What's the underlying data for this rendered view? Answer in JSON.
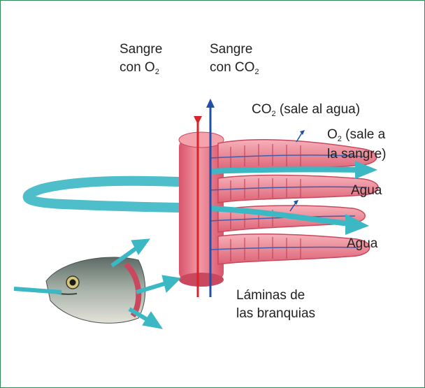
{
  "labels": {
    "sangre_con_o2": {
      "line1": "Sangre",
      "line2_prefix": "con O",
      "line2_sub": "2"
    },
    "sangre_con_co2": {
      "line1": "Sangre",
      "line2_prefix": "con CO",
      "line2_sub": "2"
    },
    "co2_sale": {
      "prefix": "CO",
      "sub": "2",
      "suffix": " (sale al agua)"
    },
    "o2_sale": {
      "prefix": "O",
      "sub": "2",
      "suffix": " (sale a",
      "line2": "la sangre)"
    },
    "agua_1": "Agua",
    "agua_2": "Agua",
    "laminas": {
      "line1": "Láminas de",
      "line2": "las branquias"
    }
  },
  "colors": {
    "frame": "#2e8b57",
    "gill_pink": "#e8707e",
    "gill_light": "#f4a3ad",
    "vessel_blue": "#3a5fb0",
    "water_teal": "#3bb8c4",
    "arrow_red": "#d8232a",
    "arrow_blue": "#1f4fa8"
  }
}
